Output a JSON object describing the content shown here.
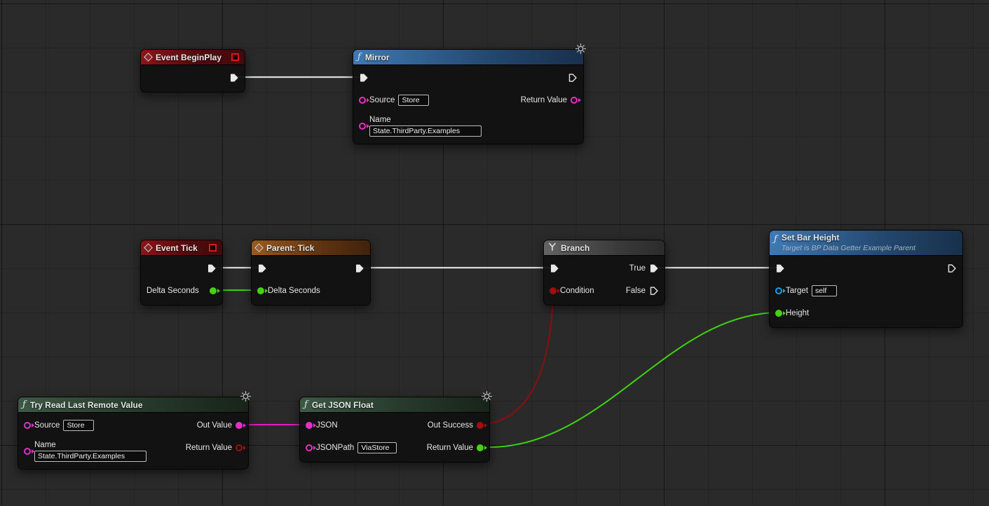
{
  "canvas": {
    "background": "#2a2a2a",
    "grid_minor": "#232323",
    "grid_major": "#1d1d1d"
  },
  "icons": {
    "function": "ƒ",
    "event": "diamond",
    "gear": "gear-badge",
    "branch": "fork"
  },
  "colors": {
    "exec_wire": "#dcdcdc",
    "float_wire": "#3fd30f",
    "bool_wire": "#8e0d0d",
    "string_wire": "#e01fc0",
    "pin_pink": "#e82ec8",
    "pin_green": "#46d30f",
    "pin_red": "#a00f10",
    "pin_blue": "#17a2e8",
    "header_event": "#8c1417",
    "header_function": "#3f79b4",
    "header_parent": "#9a5a1e",
    "header_flow": "#636363",
    "header_pure": "#3d5944"
  },
  "nodes": [
    {
      "id": "event-begin-play",
      "title": "Event BeginPlay"
    },
    {
      "id": "mirror",
      "title": "Mirror",
      "inputs": [
        {
          "label": "Source",
          "type": "string",
          "value": "Store",
          "connected": false
        },
        {
          "label": "Name",
          "type": "string",
          "value": "State.ThirdParty.Examples",
          "connected": false
        }
      ],
      "outputs": [
        {
          "label": "Return Value",
          "type": "string",
          "connected": false
        }
      ]
    },
    {
      "id": "event-tick",
      "title": "Event Tick",
      "outputs": [
        {
          "label": "Delta Seconds",
          "type": "float",
          "connected": true
        }
      ]
    },
    {
      "id": "parent-tick",
      "title": "Parent: Tick",
      "inputs": [
        {
          "label": "Delta Seconds",
          "type": "float",
          "connected": true
        }
      ]
    },
    {
      "id": "branch",
      "title": "Branch",
      "inputs": [
        {
          "label": "Condition",
          "type": "bool",
          "connected": true
        }
      ],
      "outputs": [
        {
          "label": "True",
          "type": "exec",
          "connected": true
        },
        {
          "label": "False",
          "type": "exec",
          "connected": false
        }
      ]
    },
    {
      "id": "set-bar-height",
      "title": "Set Bar Height",
      "subtitle": "Target is BP Data Getter Example Parent",
      "inputs": [
        {
          "label": "Target",
          "type": "object",
          "value": "self",
          "connected": false
        },
        {
          "label": "Height",
          "type": "float",
          "connected": true
        }
      ]
    },
    {
      "id": "try-read-last-remote-value",
      "title": "Try Read Last Remote Value",
      "inputs": [
        {
          "label": "Source",
          "type": "string",
          "value": "Store",
          "connected": false
        },
        {
          "label": "Name",
          "type": "string",
          "value": "State.ThirdParty.Examples",
          "connected": false
        }
      ],
      "outputs": [
        {
          "label": "Out Value",
          "type": "string",
          "connected": true
        },
        {
          "label": "Return Value",
          "type": "bool",
          "connected": false
        }
      ]
    },
    {
      "id": "get-json-float",
      "title": "Get JSON Float",
      "inputs": [
        {
          "label": "JSON",
          "type": "string",
          "connected": true
        },
        {
          "label": "JSONPath",
          "type": "string",
          "value": "ViaStore",
          "connected": false
        }
      ],
      "outputs": [
        {
          "label": "Out Success",
          "type": "bool",
          "connected": true
        },
        {
          "label": "Return Value",
          "type": "float",
          "connected": true
        }
      ]
    }
  ],
  "wires": [
    {
      "from": "event-begin-play.exec",
      "to": "mirror.exec",
      "type": "exec"
    },
    {
      "from": "event-tick.exec",
      "to": "parent-tick.exec",
      "type": "exec"
    },
    {
      "from": "event-tick.delta-seconds",
      "to": "parent-tick.delta-seconds",
      "type": "float"
    },
    {
      "from": "parent-tick.exec",
      "to": "branch.exec",
      "type": "exec"
    },
    {
      "from": "branch.true",
      "to": "set-bar-height.exec",
      "type": "exec"
    },
    {
      "from": "try-read-last-remote-value.out-value",
      "to": "get-json-float.json",
      "type": "string"
    },
    {
      "from": "get-json-float.out-success",
      "to": "branch.condition",
      "type": "bool"
    },
    {
      "from": "get-json-float.return-value",
      "to": "set-bar-height.height",
      "type": "float"
    }
  ]
}
